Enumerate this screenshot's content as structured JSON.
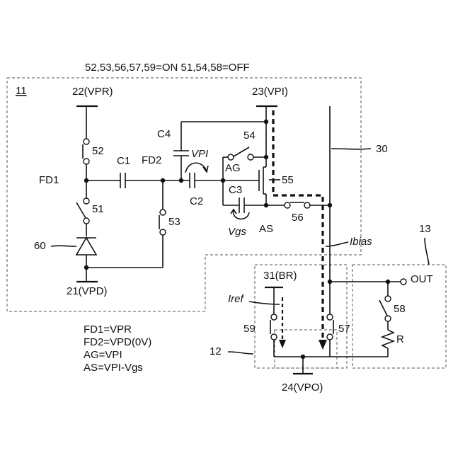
{
  "header": {
    "state_line": "52,53,56,57,59=ON   51,54,58=OFF"
  },
  "blocks": {
    "pixel": "11",
    "column_circuit": "12",
    "output_circuit": "13",
    "signal_line": "30"
  },
  "supplies": {
    "vpr": "22(VPR)",
    "vpi": "23(VPI)",
    "vpd": "21(VPD)",
    "br": "31(BR)",
    "vpo": "24(VPO)"
  },
  "nodes": {
    "fd1": "FD1",
    "fd2": "FD2",
    "ag": "AG",
    "as": "AS",
    "out": "OUT"
  },
  "components": {
    "c1": "C1",
    "c2": "C2",
    "c3": "C3",
    "c4": "C4",
    "transistor": "55",
    "photodiode": "60",
    "resistor": "R",
    "switches": {
      "s51": "51",
      "s52": "52",
      "s53": "53",
      "s54": "54",
      "s56": "56",
      "s57": "57",
      "s58": "58",
      "s59": "59"
    }
  },
  "signals": {
    "vpi": "VPI",
    "vgs": "Vgs",
    "ibias": "Ibias",
    "iref": "Iref"
  },
  "notes": [
    "FD1=VPR",
    "FD2=VPD(0V)",
    "AG=VPI",
    "AS=VPI-Vgs"
  ]
}
